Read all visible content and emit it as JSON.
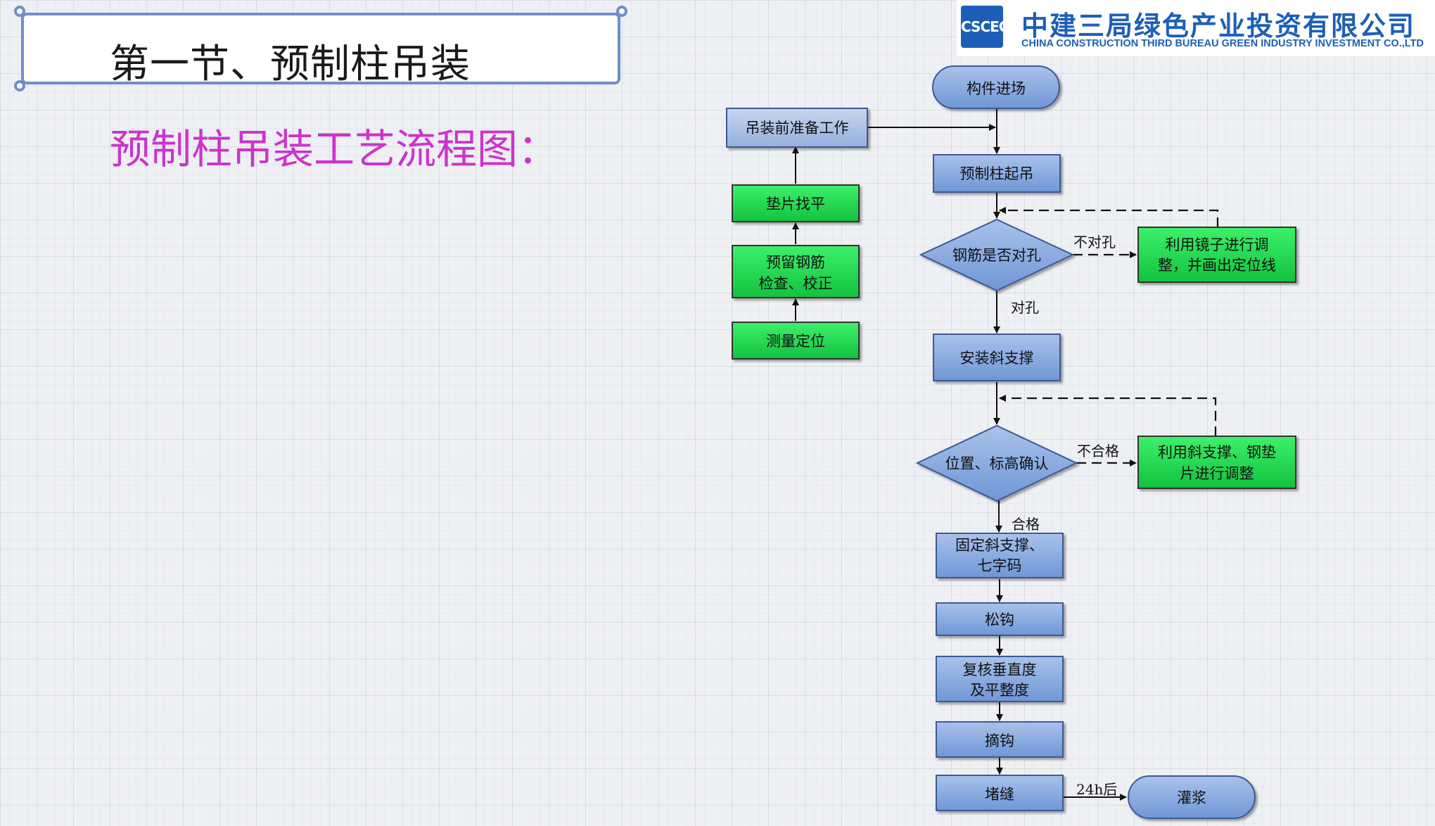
{
  "slide": {
    "section_title": "第一节、预制柱吊装",
    "subtitle": "预制柱吊装工艺流程图："
  },
  "logo": {
    "mark_text": "CSCEC",
    "name_cn": "中建三局绿色产业投资有限公司",
    "name_en": "CHINA CONSTRUCTION THIRD BUREAU GREEN INDUSTRY INVESTMENT CO.,LTD"
  },
  "colors": {
    "blue_box": "#7fa3dc",
    "green_box": "#1fd84e",
    "scroll_border": "#6f8ec9",
    "subtitle": "#cc33cc"
  },
  "flowchart": {
    "nodes": {
      "enter": "构件进场",
      "prep": "吊装前准备工作",
      "shim": "垫片找平",
      "rebar_check_1": "预留钢筋",
      "rebar_check_2": "检查、校正",
      "survey": "测量定位",
      "lift": "预制柱起吊",
      "align_decision": "钢筋是否对孔",
      "mirror_1": "利用镜子进行调",
      "mirror_2": "整，并画出定位线",
      "install_brace": "安装斜支撑",
      "position_decision": "位置、标高确认",
      "adjust_1": "利用斜支撑、钢垫",
      "adjust_2": "片进行调整",
      "fix_1": "固定斜支撑、",
      "fix_2": "七字码",
      "release": "松钩",
      "verify_1": "复核垂直度",
      "verify_2": "及平整度",
      "unhook": "摘钩",
      "seal": "堵缝",
      "grout": "灌浆"
    },
    "edge_labels": {
      "not_aligned": "不对孔",
      "aligned": "对孔",
      "failed": "不合格",
      "passed": "合格",
      "after_24h": "24h后"
    }
  }
}
